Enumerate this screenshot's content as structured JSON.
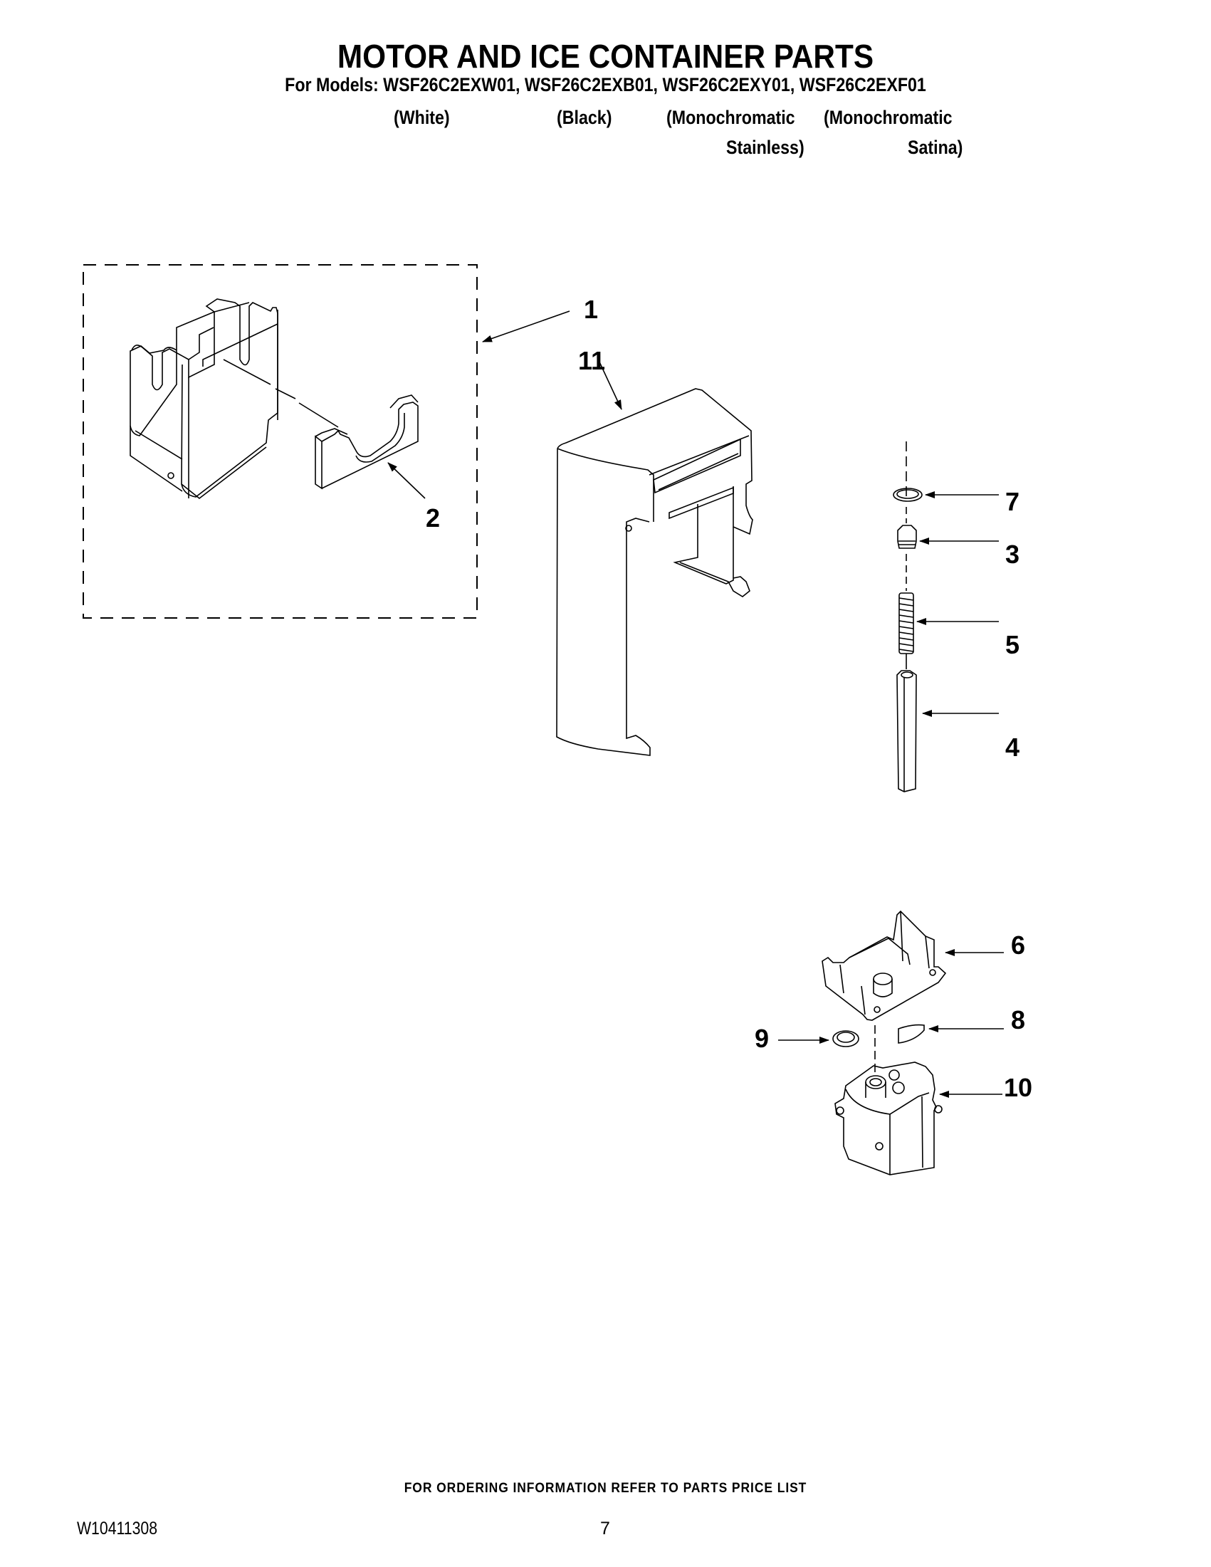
{
  "header": {
    "title": "MOTOR AND ICE CONTAINER PARTS",
    "models_line": "For Models: WSF26C2EXW01, WSF26C2EXB01, WSF26C2EXY01, WSF26C2EXF01",
    "colors": [
      {
        "model": "WSF26C2EXW01",
        "line1": "(White)",
        "line2": ""
      },
      {
        "model": "WSF26C2EXB01",
        "line1": "(Black)",
        "line2": ""
      },
      {
        "model": "WSF26C2EXY01",
        "line1": "(Monochromatic",
        "line2": "Stainless)"
      },
      {
        "model": "WSF26C2EXF01",
        "line1": "(Monochromatic",
        "line2": "Satina)"
      }
    ]
  },
  "diagram": {
    "callouts": [
      {
        "id": "1",
        "label": "1",
        "part": "ice-container-assembly"
      },
      {
        "id": "2",
        "label": "2",
        "part": "ice-container-front-bracket"
      },
      {
        "id": "3",
        "label": "3",
        "part": "auger-coupler"
      },
      {
        "id": "4",
        "label": "4",
        "part": "hex-drive-shaft"
      },
      {
        "id": "5",
        "label": "5",
        "part": "spring"
      },
      {
        "id": "6",
        "label": "6",
        "part": "motor-mounting-bracket"
      },
      {
        "id": "7",
        "label": "7",
        "part": "washer"
      },
      {
        "id": "8",
        "label": "8",
        "part": "foam-pad"
      },
      {
        "id": "9",
        "label": "9",
        "part": "grommet"
      },
      {
        "id": "10",
        "label": "10",
        "part": "auger-motor"
      },
      {
        "id": "11",
        "label": "11",
        "part": "dispenser-chute-cover"
      }
    ]
  },
  "footer": {
    "ordering_note": "FOR ORDERING INFORMATION REFER TO PARTS PRICE LIST",
    "document_number": "W10411308",
    "page_number": "7"
  }
}
